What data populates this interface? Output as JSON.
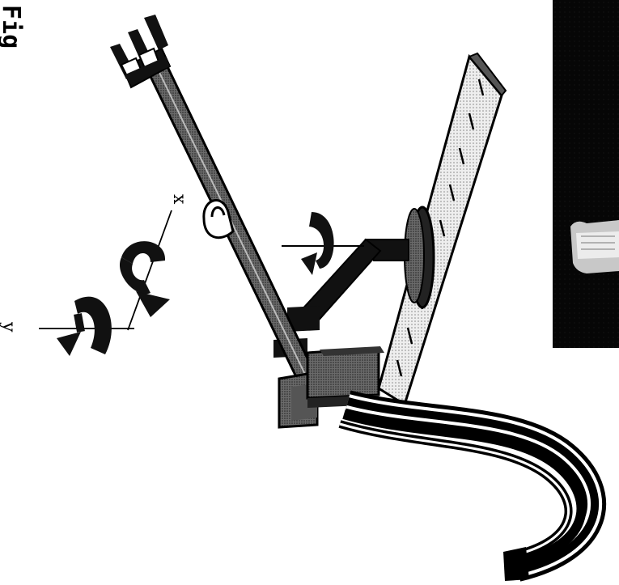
{
  "figure": {
    "corner_text": "Fig",
    "axis_x_label": "x",
    "axis_y_label": "y"
  },
  "colors": {
    "ink": "#000000",
    "shaft_gray": "#9a9a9a",
    "plate_light": "#e2e2e2",
    "block_gray": "#8c8c8c",
    "photo_black": "#060606",
    "photo_highlight": "#d8d8d8"
  },
  "icons": [
    "rotation-arrow-y",
    "rotation-arrow-x",
    "rotation-arrow-disk",
    "pivot-ring-icon"
  ]
}
